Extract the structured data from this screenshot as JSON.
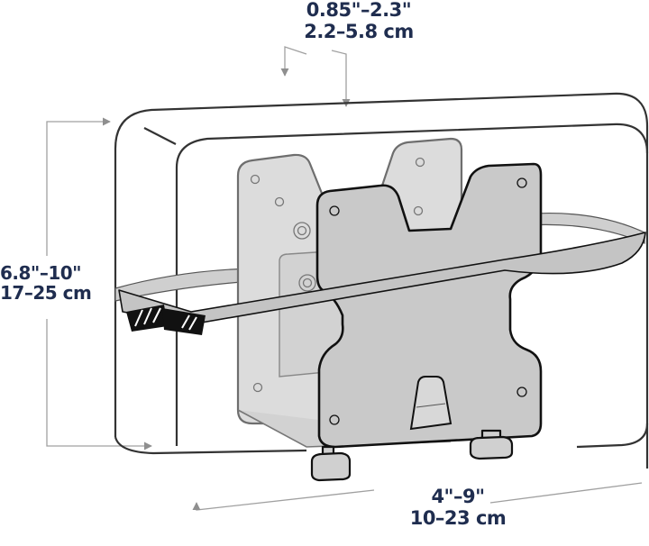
{
  "diagram": {
    "subject": "Mini PC / thin client mounting bracket with strap",
    "colors": {
      "label_text": "#1f2d4f",
      "dimension_line": "#9a9a9a",
      "outline_dark": "#1a1a1a",
      "outline_back": "#6e6e6e",
      "plate_front": "#c9c9c9",
      "plate_back": "#d9d9d9",
      "strap": "#c4c4c4",
      "background": "#ffffff"
    },
    "dimensions": {
      "depth": {
        "imperial": "0.85\"–2.3\"",
        "metric": "2.2–5.8 cm"
      },
      "height": {
        "imperial": "6.8\"–10\"",
        "metric": "17–25 cm"
      },
      "width": {
        "imperial": "4\"–9\"",
        "metric": "10–23 cm"
      }
    },
    "components": [
      "device-outline",
      "back-plate",
      "front-bracket",
      "strap",
      "strap-buckle",
      "adjustment-feet"
    ]
  }
}
